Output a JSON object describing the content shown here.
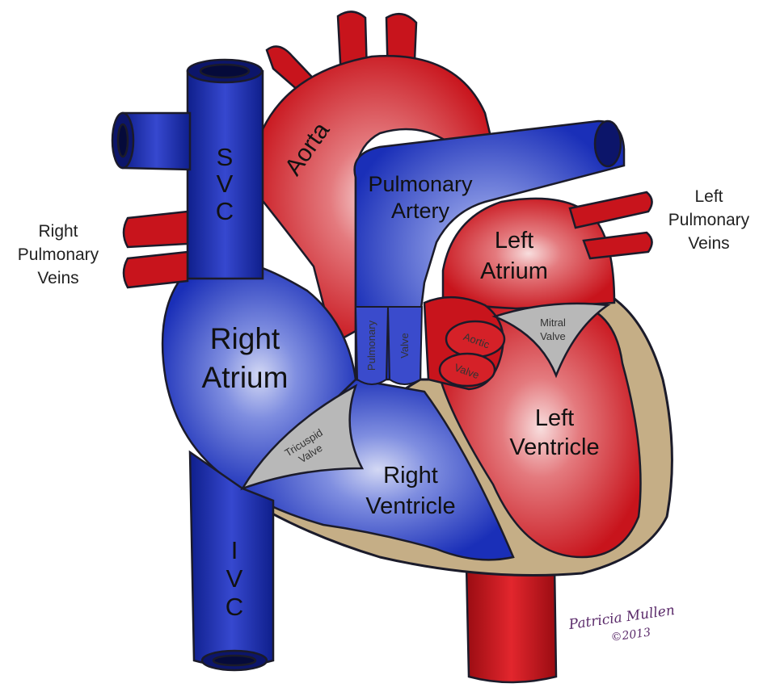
{
  "colors": {
    "blue": "#1a2fb8",
    "blue_light": "#c9cff0",
    "red": "#c8141c",
    "red_light": "#f6d6d6",
    "muscle": "#c5ae86",
    "valve": "#b8b8b8",
    "outline": "#1b1b2a"
  },
  "labels": {
    "svc": [
      "S",
      "V",
      "C"
    ],
    "ivc": [
      "I",
      "V",
      "C"
    ],
    "aorta": "Aorta",
    "pulmonary_artery": [
      "Pulmonary",
      "Artery"
    ],
    "right_pulmonary_veins": [
      "Right",
      "Pulmonary",
      "Veins"
    ],
    "left_pulmonary_veins": [
      "Left",
      "Pulmonary",
      "Veins"
    ],
    "right_atrium": [
      "Right",
      "Atrium"
    ],
    "left_atrium": [
      "Left",
      "Atrium"
    ],
    "right_ventricle": [
      "Right",
      "Ventricle"
    ],
    "left_ventricle": [
      "Left",
      "Ventricle"
    ],
    "tricuspid_valve": [
      "Tricuspid",
      "Valve"
    ],
    "mitral_valve": [
      "Mitral",
      "Valve"
    ],
    "pulmonary_valve": [
      "Pulmonary",
      "Valve"
    ],
    "aortic_valve": [
      "Aortic",
      "Valve"
    ]
  },
  "signature": [
    "Patricia Mullen",
    "©2013"
  ]
}
